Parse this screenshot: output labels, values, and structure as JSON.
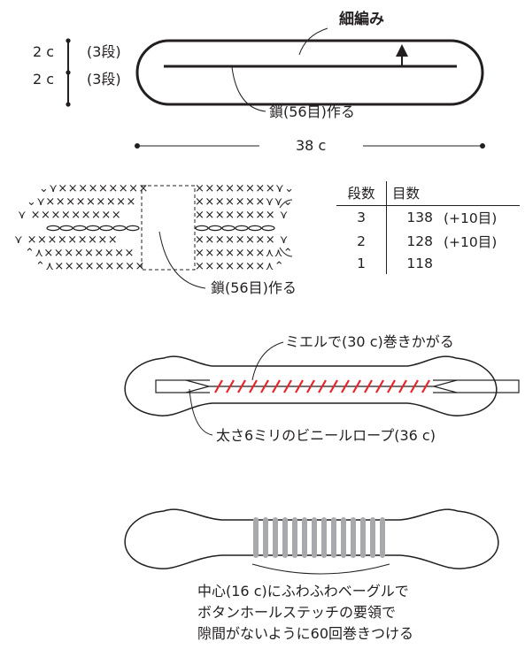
{
  "fig1": {
    "label_stitch": "細編み",
    "row_top_cm": "2 c",
    "row_top_rows": "(3段)",
    "row_bottom_cm": "2 c",
    "row_bottom_rows": "(3段)",
    "chain_label": "鎖(56目)作る",
    "width_label": "38 c"
  },
  "fig2": {
    "chain_label": "鎖(56目)作る",
    "table": {
      "headers": [
        "段数",
        "目数"
      ],
      "rows": [
        {
          "row": "3",
          "count": "138",
          "delta": "(+10目)"
        },
        {
          "row": "2",
          "count": "128",
          "delta": "(+10目)"
        },
        {
          "row": "1",
          "count": "118",
          "delta": ""
        }
      ]
    }
  },
  "fig3": {
    "yarn_label": "ミエルで(30 c)巻きかがる",
    "rope_label": "太さ6ミリのビニールロープ(36 c)",
    "wrap_color": "#e8232a"
  },
  "fig4": {
    "note_lines": [
      "中心(16 c)にふわふわベーグルで",
      "ボタンホールステッチの要領で",
      "隙間がないように60回巻きつける"
    ],
    "wrap_color": "#a7a9ac"
  }
}
